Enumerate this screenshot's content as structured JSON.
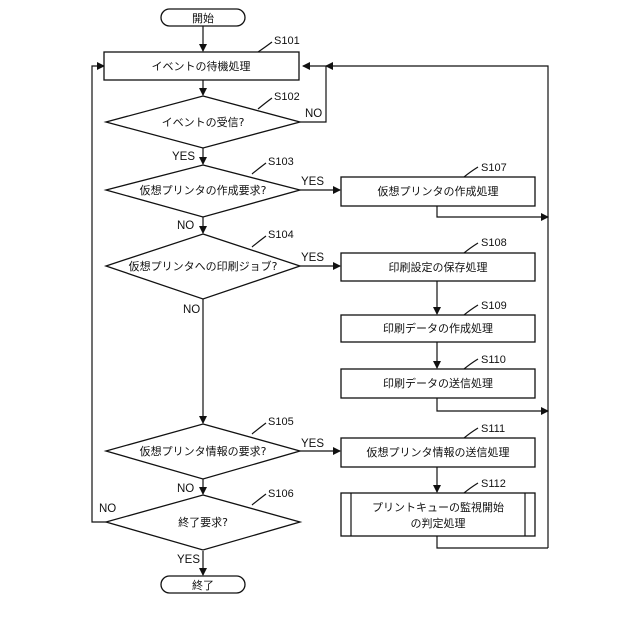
{
  "terminals": {
    "start": "開始",
    "end": "終了"
  },
  "steps": {
    "s101": {
      "id": "S101",
      "text": "イベントの待機処理"
    },
    "s102": {
      "id": "S102",
      "text": "イベントの受信?"
    },
    "s103": {
      "id": "S103",
      "text": "仮想プリンタの作成要求?"
    },
    "s104": {
      "id": "S104",
      "text": "仮想プリンタへの印刷ジョブ?"
    },
    "s105": {
      "id": "S105",
      "text": "仮想プリンタ情報の要求?"
    },
    "s106": {
      "id": "S106",
      "text": "終了要求?"
    },
    "s107": {
      "id": "S107",
      "text": "仮想プリンタの作成処理"
    },
    "s108": {
      "id": "S108",
      "text": "印刷設定の保存処理"
    },
    "s109": {
      "id": "S109",
      "text": "印刷データの作成処理"
    },
    "s110": {
      "id": "S110",
      "text": "印刷データの送信処理"
    },
    "s111": {
      "id": "S111",
      "text": "仮想プリンタ情報の送信処理"
    },
    "s112": {
      "id": "S112",
      "line1": "プリントキューの監視開始",
      "line2": "の判定処理"
    }
  },
  "branches": {
    "s102_no": "NO",
    "s102_yes": "YES",
    "s103_yes": "YES",
    "s103_no": "NO",
    "s104_yes": "YES",
    "s104_no": "NO",
    "s105_yes": "YES",
    "s105_no": "NO",
    "s106_no": "NO",
    "s106_yes": "YES"
  }
}
